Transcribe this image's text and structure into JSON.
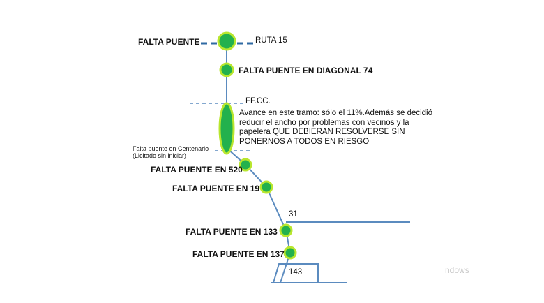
{
  "route": {
    "labels": {
      "falta_puente_top": "FALTA PUENTE",
      "ruta": "RUTA 15",
      "diagonal": "FALTA PUENTE EN DIAGONAL 74",
      "ffcc": "FF.CC.",
      "note_lines": [
        "Avance en este tramo: sólo el 11%.Además se decidió",
        "reducir el ancho por problemas con vecinos y la",
        "papelera QUE DEBIERAN RESOLVERSE SIN",
        "PONERNOS A TODOS EN RIESGO"
      ],
      "centenario_lines": [
        "Falta puente en Centenario",
        "(Licitado sin iniciar)"
      ],
      "p520": "FALTA PUENTE EN 520",
      "p19": "FALTA PUENTE EN 19",
      "n31": "31",
      "p133": "FALTA PUENTE EN 133",
      "p137": "FALTA PUENTE EN 137",
      "n143": "143"
    },
    "colors": {
      "line": "#5b8bbf",
      "dash": "#2f6aa3",
      "node_fill": "#23b14d",
      "node_ring": "#b8e62e"
    }
  },
  "watermark": "ndows"
}
